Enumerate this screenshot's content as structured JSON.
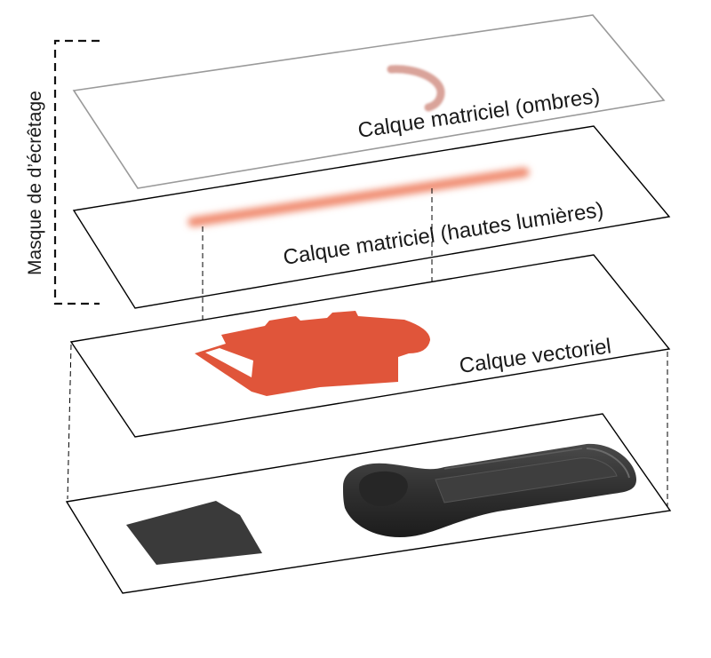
{
  "diagram": {
    "clip_mask_label": "Masque de d’écrêtage",
    "layers": [
      {
        "id": "shadows",
        "label": "Calque matriciel (ombres)"
      },
      {
        "id": "highlights",
        "label": "Calque matriciel (hautes lumières)"
      },
      {
        "id": "vector",
        "label": "Calque vectoriel"
      }
    ]
  },
  "colors": {
    "vector_fill": "#e0553a",
    "highlight_stroke": "#f08a6e",
    "shadow_stroke": "#d9a39a",
    "top_plane_border": "#9a9a9a",
    "plane_border": "#000000",
    "object_dark": "#2e2e2e"
  }
}
